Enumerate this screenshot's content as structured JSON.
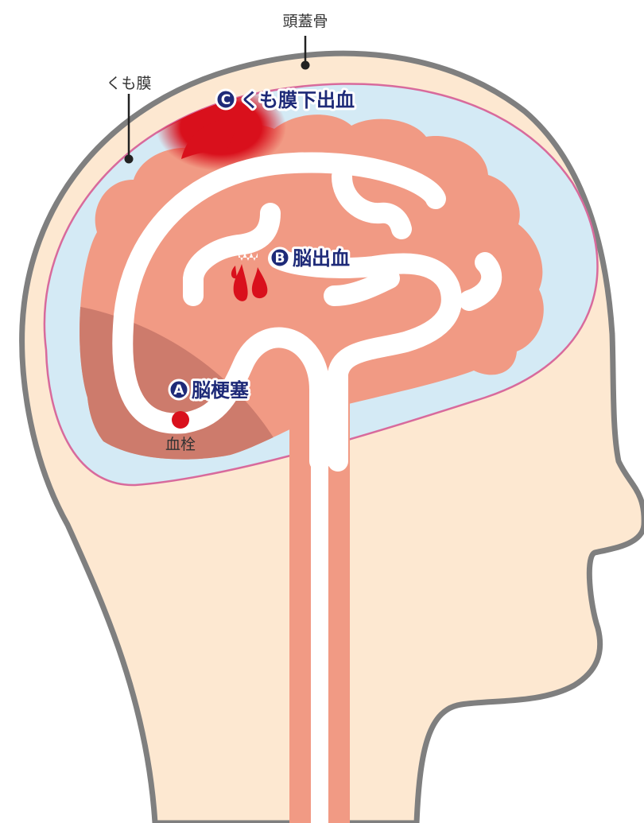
{
  "labels": {
    "skull": "頭蓋骨",
    "arachnoid": "くも膜",
    "thrombus": "血栓"
  },
  "callouts": {
    "a": {
      "letter": "A",
      "text": "脳梗塞"
    },
    "b": {
      "letter": "B",
      "text": "脳出血"
    },
    "c": {
      "letter": "C",
      "text": "くも膜下出血"
    }
  },
  "colors": {
    "skin": "#fde8d1",
    "outline": "#7f7f7f",
    "csf": "#d4eaf5",
    "meninges": "#d86a9c",
    "brain": "#f19a84",
    "infarct": "#cd7b6c",
    "vessel": "#ffffff",
    "blood": "#d9101c",
    "badge": "#1e2a78"
  }
}
